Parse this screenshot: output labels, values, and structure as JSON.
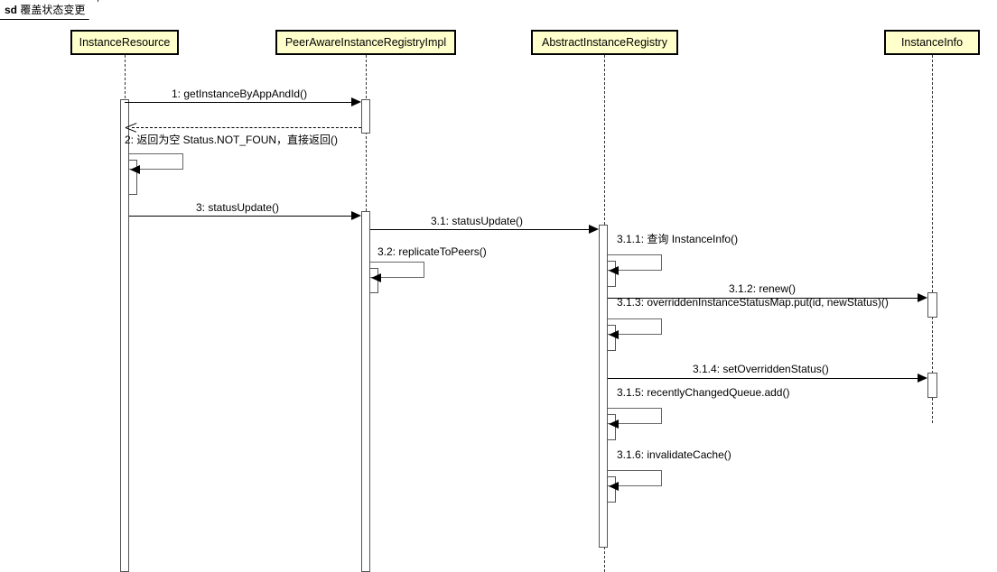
{
  "frame": {
    "keyword": "sd",
    "name": "覆盖状态变更"
  },
  "lifelines": [
    {
      "id": "instanceResource",
      "label": "InstanceResource"
    },
    {
      "id": "peerAwareRegistry",
      "label": "PeerAwareInstanceRegistryImpl"
    },
    {
      "id": "abstractRegistry",
      "label": "AbstractInstanceRegistry"
    },
    {
      "id": "instanceInfo",
      "label": "InstanceInfo"
    }
  ],
  "messages": [
    {
      "seq": "1",
      "label": "1: getInstanceByAppAndId()",
      "kind": "call",
      "from": "instanceResource",
      "to": "peerAwareRegistry"
    },
    {
      "seq": "2",
      "label": "2: 返回为空 Status.NOT_FOUN，直接返回()",
      "kind": "return",
      "from": "peerAwareRegistry",
      "to": "instanceResource"
    },
    {
      "seq": "2s",
      "label": "",
      "kind": "self",
      "from": "instanceResource",
      "to": "instanceResource"
    },
    {
      "seq": "3",
      "label": "3: statusUpdate()",
      "kind": "call",
      "from": "instanceResource",
      "to": "peerAwareRegistry"
    },
    {
      "seq": "3.1",
      "label": "3.1: statusUpdate()",
      "kind": "call",
      "from": "peerAwareRegistry",
      "to": "abstractRegistry"
    },
    {
      "seq": "3.2",
      "label": "3.2: replicateToPeers()",
      "kind": "self",
      "from": "peerAwareRegistry",
      "to": "peerAwareRegistry"
    },
    {
      "seq": "3.1.1",
      "label": "3.1.1: 查询 InstanceInfo()",
      "kind": "self",
      "from": "abstractRegistry",
      "to": "abstractRegistry"
    },
    {
      "seq": "3.1.2",
      "label": "3.1.2: renew()",
      "kind": "call",
      "from": "abstractRegistry",
      "to": "instanceInfo"
    },
    {
      "seq": "3.1.3",
      "label": "3.1.3: overriddenInstanceStatusMap.put(id, newStatus)()",
      "kind": "self",
      "from": "abstractRegistry",
      "to": "abstractRegistry"
    },
    {
      "seq": "3.1.4",
      "label": "3.1.4: setOverriddenStatus()",
      "kind": "call",
      "from": "abstractRegistry",
      "to": "instanceInfo"
    },
    {
      "seq": "3.1.5",
      "label": "3.1.5: recentlyChangedQueue.add()",
      "kind": "self",
      "from": "abstractRegistry",
      "to": "abstractRegistry"
    },
    {
      "seq": "3.1.6",
      "label": "3.1.6: invalidateCache()",
      "kind": "self",
      "from": "abstractRegistry",
      "to": "abstractRegistry"
    }
  ],
  "colors": {
    "head_fill": "#ffffcc",
    "head_border": "#000000",
    "line": "#000000",
    "activation_fill": "#ffffff",
    "activation_border": "#555555",
    "background": "#ffffff"
  }
}
